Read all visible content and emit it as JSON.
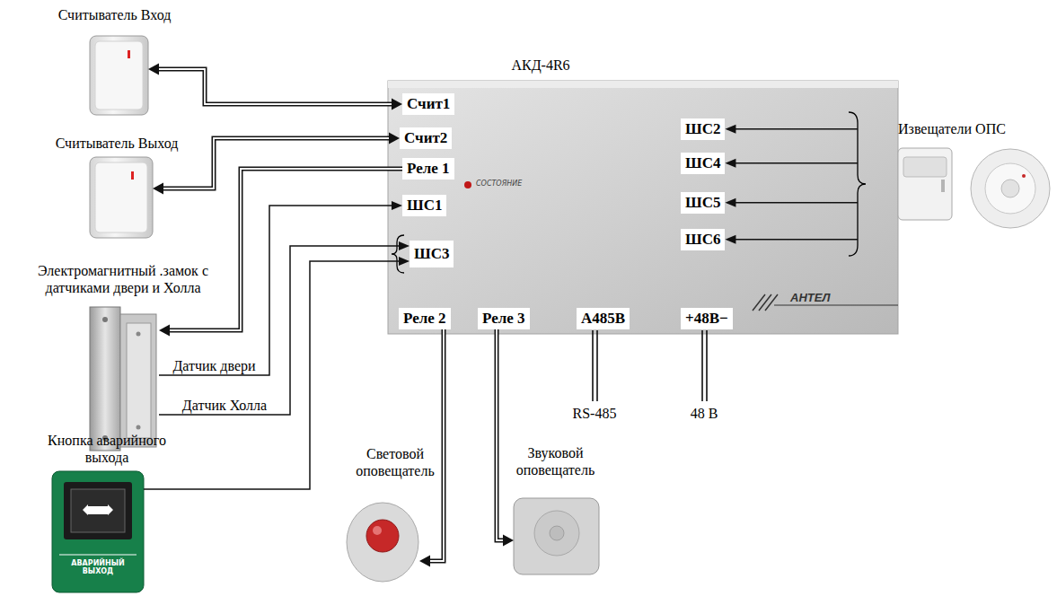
{
  "diagram": {
    "nodes": [
      {
        "text": [
          "Считыватель Вход"
        ]
      },
      {
        "text": [
          "АКД-4R6"
        ]
      },
      {
        "text": [
          "Счит1"
        ],
        "in": 1
      },
      {
        "text": [
          "Счит2"
        ],
        "in": 1
      },
      {
        "text": [
          "Реле 1"
        ],
        "in": 1
      },
      {
        "text": [
          "ШС1"
        ],
        "in": 1
      },
      {
        "text": [
          "ШС3"
        ],
        "in": 1
      },
      {
        "text": [
          "ШС2"
        ],
        "in": 1
      },
      {
        "text": [
          "ШС4"
        ],
        "in": 1
      },
      {
        "text": [
          "ШС5"
        ],
        "in": 1
      },
      {
        "text": [
          "ШС6"
        ],
        "in": 1
      },
      {
        "text": [
          "Реле 2"
        ],
        "in": 1
      },
      {
        "text": [
          "Реле 3"
        ],
        "in": 1
      },
      {
        "text": [
          "А485В"
        ],
        "in": 1
      },
      {
        "text": [
          "+48В−"
        ],
        "in": 1
      },
      {
        "text": [
          "Считыватель Выход"
        ]
      },
      {
        "text": [
          "Извещатели ОПС"
        ]
      },
      {
        "text": [
          "Электромагнитный .замок с датчиками двери и Холла"
        ]
      },
      {
        "text": [
          "Кнопка аварийного выхода"
        ]
      },
      {
        "text": [
          "Световой оповещатель"
        ]
      },
      {
        "text": [
          "Звуковой оповещатель"
        ]
      }
    ],
    "edges": [
      {
        "from": 2,
        "to": 0,
        "arrow": "both"
      },
      {
        "from": 3,
        "to": 15,
        "arrow": "both"
      },
      {
        "from": 4,
        "to": 17,
        "arrow": "to"
      },
      {
        "from": 17,
        "to": 5,
        "label": "Датчик двери",
        "arrow": "to"
      },
      {
        "from": 17,
        "to": 6,
        "label": "Датчик Холла",
        "arrow": "to"
      },
      {
        "from": 18,
        "to": 6,
        "arrow": "to"
      },
      {
        "from": 16,
        "to": 7,
        "arrow": "to"
      },
      {
        "from": 16,
        "to": 8,
        "arrow": "to"
      },
      {
        "from": 16,
        "to": 9,
        "arrow": "to"
      },
      {
        "from": 16,
        "to": 10,
        "arrow": "to"
      },
      {
        "from": 11,
        "to": 19,
        "arrow": "to"
      },
      {
        "from": 12,
        "to": 20,
        "arrow": "to"
      }
    ],
    "labels": [
      "СОСТОЯНИЕ",
      "АНТЕЛ",
      "RS-485",
      "48 В",
      "АВАРИЙНЫЙ ВЫХОД"
    ]
  }
}
